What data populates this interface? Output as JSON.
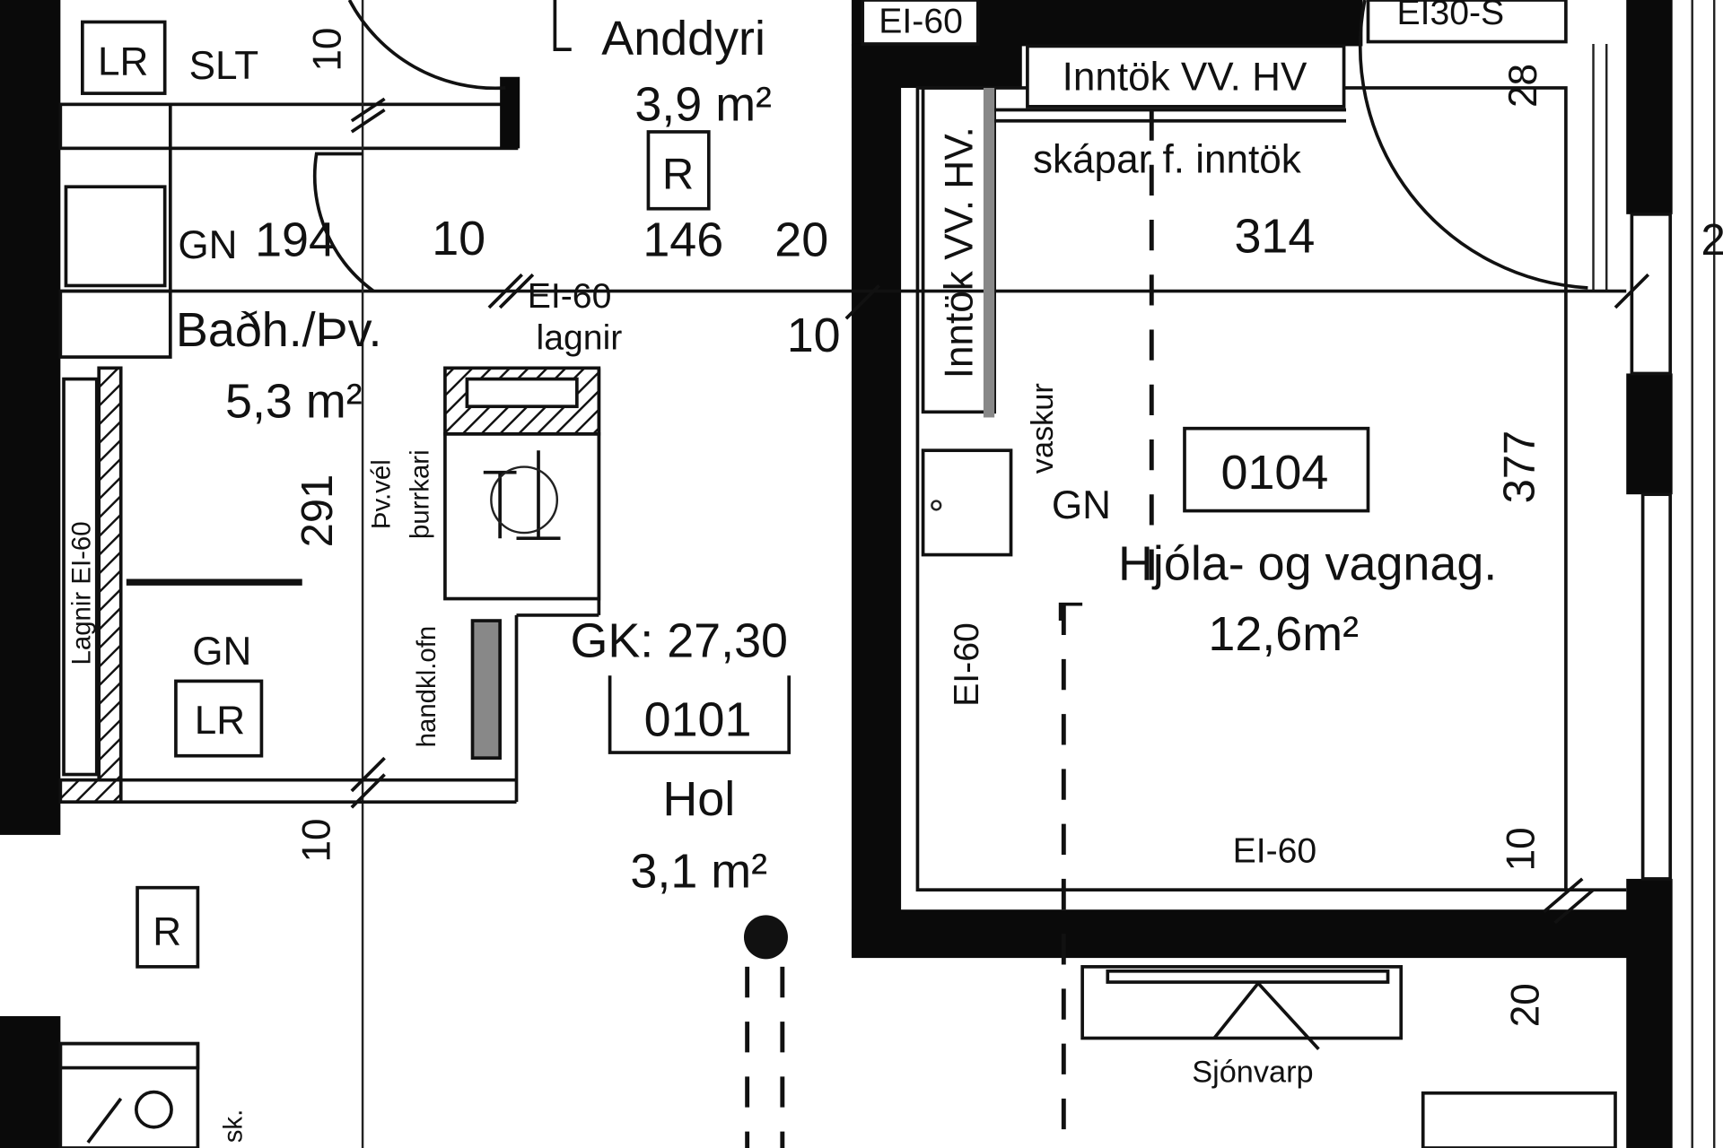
{
  "plan": {
    "colors": {
      "ink": "#111111",
      "paper": "#ffffff"
    },
    "rooms": {
      "entrance": {
        "name": "Anddyri",
        "area": "3,9 m²",
        "marker": "R"
      },
      "bath": {
        "name": "Baðh./Þv.",
        "area": "5,3 m²"
      },
      "hall": {
        "level": "GK: 27,30",
        "number": "0101",
        "name": "Hol",
        "area": "3,1 m²"
      },
      "bike": {
        "number": "0104",
        "name": "Hjóla- og vagnag.",
        "area": "12,6m²"
      }
    },
    "labels": {
      "lr_top": "LR",
      "slt": "SLT",
      "gn_top": "GN",
      "gn_bath": "GN",
      "lr_bath": "LR",
      "gn_bike": "GN",
      "r_lower": "R",
      "ei60_top": "EI-60",
      "ei30": "EI30-S",
      "ei60_lagnir": "EI-60",
      "lagnir": "lagnir",
      "lagnir_wall": "Lagnir EI-60",
      "washer": "Þv.vél",
      "dryer": "þurrkari",
      "towel_heater": "handkl.ofn",
      "intake_h": "Inntök VV. HV",
      "intake_v": "Inntök VV. HV.",
      "cabinets": "skápar f. inntök",
      "sink": "vaskur",
      "ei60_left": "EI-60",
      "ei60_bottom": "EI-60",
      "tv": "Sjónvarp",
      "closet": "sk."
    },
    "dimensions": {
      "d10_top": "10",
      "d194": "194",
      "d10_mid": "10",
      "d146": "146",
      "d20_top": "20",
      "d10_right": "10",
      "d291": "291",
      "d10_left": "10",
      "d314": "314",
      "d28": "28",
      "d2": "2",
      "d377": "377",
      "d10_bike": "10",
      "d20_bike": "20"
    }
  }
}
